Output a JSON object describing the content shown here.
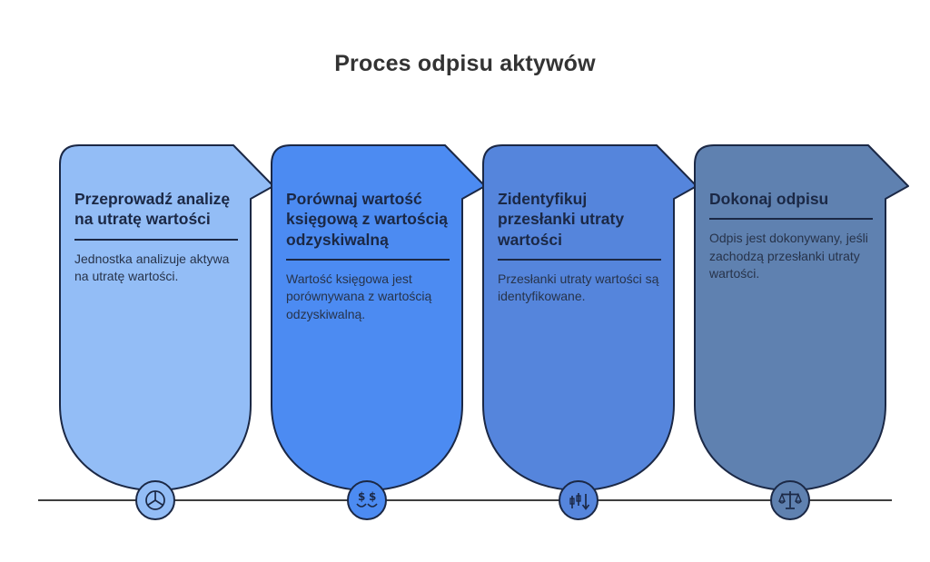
{
  "page": {
    "title": "Proces odpisu aktywów"
  },
  "cards": [
    {
      "title": "Przeprowadź analizę na utratę wartości",
      "body": "Jednostka analizuje aktywa na utratę wartości.",
      "color": "#93bdf6",
      "icon": "pie-chart-icon"
    },
    {
      "title": "Porównaj wartość księgową z wartością odzyskiwalną",
      "body": "Wartość księgowa jest porównywana z wartością odzyskiwalną.",
      "color": "#4c8bf2",
      "icon": "currency-compare-icon"
    },
    {
      "title": "Zidentyfikuj przesłanki utraty wartości",
      "body": "Przesłanki utraty wartości są identyfikowane.",
      "color": "#5585dc",
      "icon": "declining-chart-icon"
    },
    {
      "title": "Dokonaj odpisu",
      "body": "Odpis jest dokonywany, jeśli zachodzą przesłanki utraty wartości.",
      "color": "#5f81b0",
      "icon": "scales-icon"
    }
  ],
  "colors": {
    "border": "#1b2845",
    "timeline": "#3f3f3f",
    "title_text": "#1b2845",
    "body_text": "#27334a",
    "heading_text": "#333333"
  }
}
